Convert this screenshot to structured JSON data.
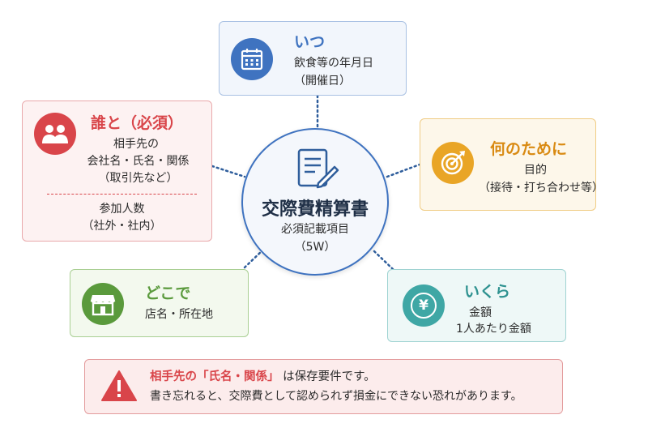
{
  "center": {
    "title": "交際費精算書",
    "line1": "必須記載項目",
    "line2": "（5W）"
  },
  "when": {
    "title": "いつ",
    "line1": "飲食等の年月日",
    "line2": "（開催日）"
  },
  "who": {
    "title": "誰と（必須）",
    "line1": "相手先の",
    "line2": "会社名・氏名・関係",
    "line3": "（取引先など）",
    "line4": "参加人数",
    "line5": "（社外・社内）"
  },
  "why": {
    "title": "何のために",
    "line1": "目的",
    "line2": "（接待・打ち合わせ等）"
  },
  "where": {
    "title": "どこで",
    "line1": "店名・所在地"
  },
  "howmuch": {
    "title": "いくら",
    "line1": "金額",
    "line2": "1人あたり金額"
  },
  "warning": {
    "highlight": "相手先の「氏名・関係」",
    "rest": "は保存要件です。",
    "line2": "書き忘れると、交際費として認められず損金にできない恐れがあります。"
  },
  "colors": {
    "blue": "#3f73c0",
    "red": "#d9454a",
    "orange": "#e9a526",
    "green": "#5a9a3c",
    "teal": "#3fa7a5"
  }
}
